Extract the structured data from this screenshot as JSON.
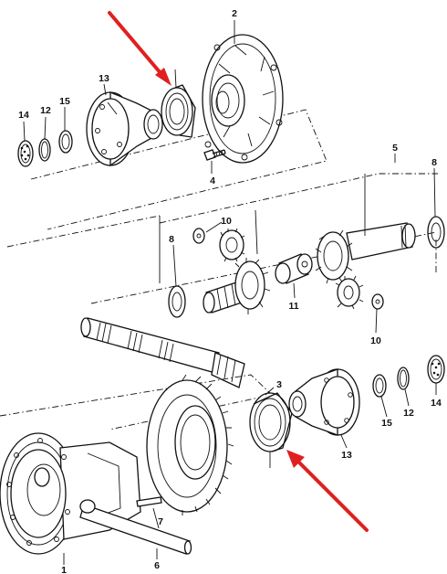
{
  "labels": {
    "l1": "1",
    "l2": "2",
    "l3": "3",
    "l4": "4",
    "l5": "5",
    "l6": "6",
    "l7": "7",
    "l8a": "8",
    "l8b": "8",
    "l10a": "10",
    "l10b": "10",
    "l11": "11",
    "l12a": "12",
    "l12b": "12",
    "l13a": "13",
    "l13b": "13",
    "l14a": "14",
    "l14b": "14",
    "l15a": "15",
    "l15b": "15"
  },
  "colors": {
    "arrow": "#e02020",
    "line": "#111111",
    "background": "#ffffff"
  }
}
